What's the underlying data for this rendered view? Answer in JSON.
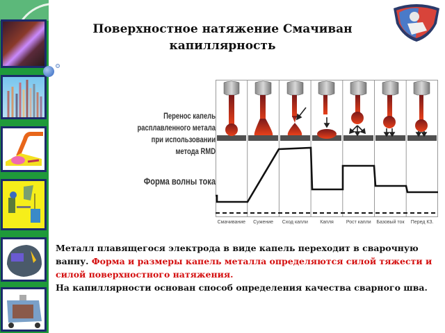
{
  "slide": {
    "title_line1": "Поверхностное натяжение Смачиван",
    "title_line2": "капиллярность",
    "accent_color": "#1f9a3a",
    "highlight_color": "#d40f0f"
  },
  "sidebar": {
    "thumbnails": [
      {
        "name": "welding-arc-photo",
        "desc": "welder with arc sparks"
      },
      {
        "name": "electrodes-photo",
        "desc": "welding electrodes"
      },
      {
        "name": "electrode-diagram",
        "desc": "welding torch cross-section"
      },
      {
        "name": "welder-workstation",
        "desc": "welder at workstation"
      },
      {
        "name": "welding-helmet",
        "desc": "welding helmet"
      },
      {
        "name": "welding-transformer",
        "desc": "welding machine cutaway"
      }
    ]
  },
  "diagram": {
    "transfer_label": [
      "Перенос капель",
      "расплавленного метала",
      "при использовании",
      "метода RMD"
    ],
    "waveform_label": "Форма волны тока",
    "phases": [
      "Смачивание",
      "Сужение",
      "Сход капли",
      "Капля",
      "Рост капли",
      "Базовый ток",
      "Перед КЗ."
    ]
  },
  "body": {
    "sentence1": "Металл плавящегося электрода в виде капель переходит в сварочную ванну. ",
    "sentence2_red": "Форма и размеры капель металла определяются силой тяжести и силой поверхностного натяжения.",
    "sentence3": "На капиллярности основан способ определения качества сварного шва."
  }
}
